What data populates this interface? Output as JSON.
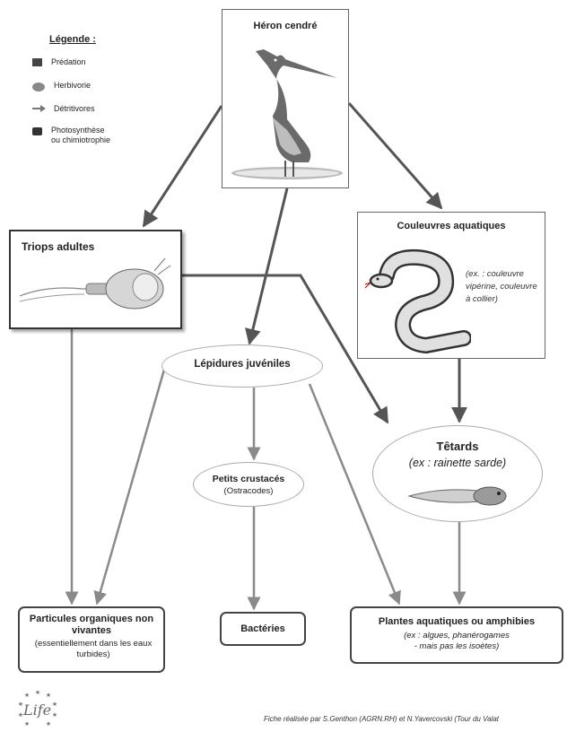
{
  "legend": {
    "title": "Légende :",
    "items": [
      {
        "symbol": "square",
        "label": "Prédation"
      },
      {
        "symbol": "oval",
        "label": "Herbivorie"
      },
      {
        "symbol": "arrow",
        "label": "Détritivores"
      },
      {
        "symbol": "rounded-square",
        "label": "Photosynthèse\nou chimiotrophie"
      }
    ]
  },
  "nodes": {
    "heron": {
      "title": "Héron cendré"
    },
    "triops": {
      "title": "Triops adultes"
    },
    "snakes": {
      "title": "Couleuvres aquatiques",
      "example": "(ex. : couleuvre vipérine, couleuvre à collier)"
    },
    "lepidures": {
      "title": "Lépidures juvéniles"
    },
    "petits_crustaces": {
      "title": "Petits crustacés",
      "subtitle": "(Ostracodes)"
    },
    "tetards": {
      "title": "Têtards",
      "subtitle": "(ex : rainette sarde)"
    },
    "particules": {
      "title": "Particules organiques non vivantes",
      "subtitle": "(essentiellement dans les eaux turbides)"
    },
    "bacteries": {
      "title": "Bactéries"
    },
    "plantes": {
      "title": "Plantes aquatiques ou amphibies",
      "subtitle": "(ex : algues, phanérogames\n- mais pas les isoètes)"
    }
  },
  "logo": {
    "text": "Life"
  },
  "credit": "Fiche réalisée par S.Genthon (AGRN.RH) et N.Yavercovski (Tour du Valat"
}
